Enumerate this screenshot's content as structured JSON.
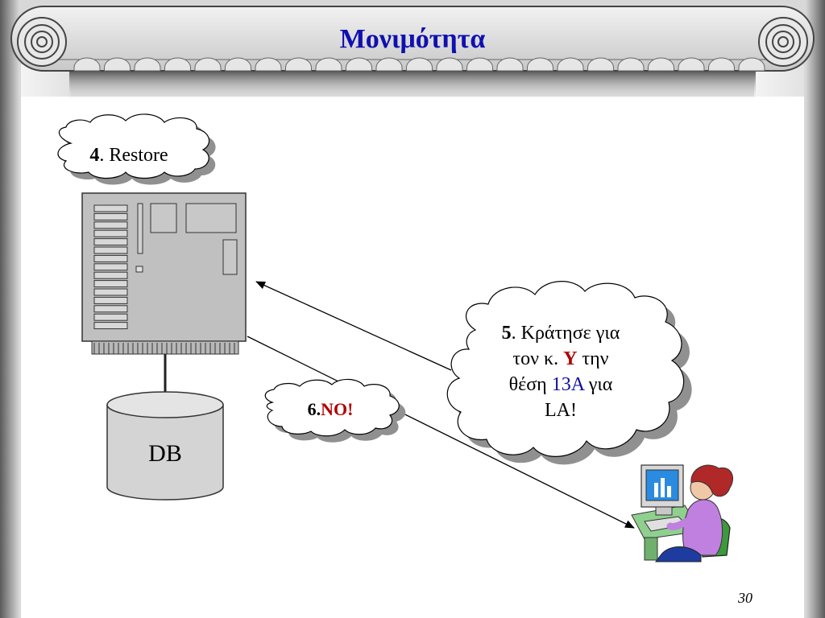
{
  "slide": {
    "title": "Μονιμότητα",
    "page_number": "30"
  },
  "colors": {
    "title": "#1010b0",
    "emphasis_red": "#b00000",
    "emphasis_blue": "#1010a0",
    "cloud_shadow": "#909090"
  },
  "diagram": {
    "db_label": "DB",
    "step4": {
      "number": "4",
      "text": ". Restore"
    },
    "step5": {
      "number": "5",
      "line1": ". Κράτησε για",
      "line2_a": "τον κ. ",
      "line2_highlight": "Υ",
      "line2_b": " την",
      "line3_a": "θέση ",
      "line3_highlight": "13A",
      "line3_b": " για",
      "line4": "LA!"
    },
    "step6": {
      "number": "6",
      "sep": ".",
      "text": "NO!"
    }
  }
}
